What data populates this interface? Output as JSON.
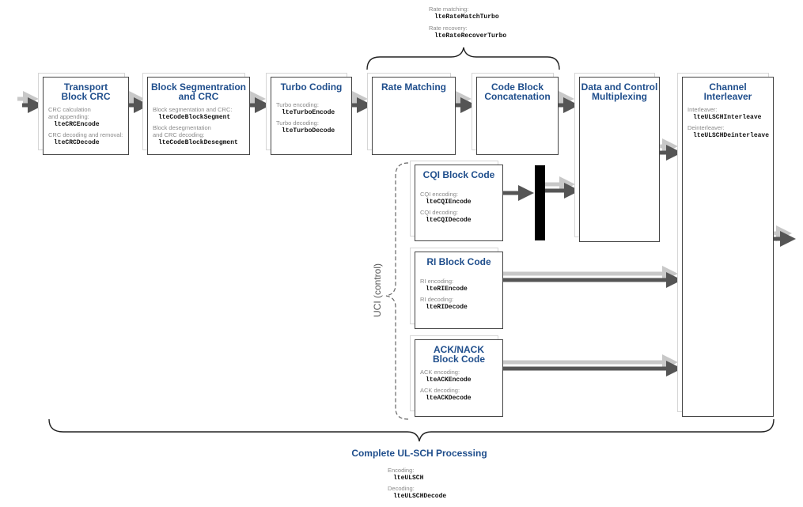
{
  "blocks": {
    "transport_crc": {
      "title": "Transport\nBlock CRC",
      "items": [
        {
          "label": "CRC calculation\nand appending:",
          "fn": "lteCRCEncode"
        },
        {
          "label": "CRC decoding and removal:",
          "fn": "lteCRCDecode"
        }
      ]
    },
    "segmentation": {
      "title": "Block Segmentration\nand CRC",
      "items": [
        {
          "label": "Block segmentation and CRC:",
          "fn": "lteCodeBlockSegment"
        },
        {
          "label": "Block desegmentation\nand CRC decoding:",
          "fn": "lteCodeBlockDesegment"
        }
      ]
    },
    "turbo": {
      "title": "Turbo Coding",
      "items": [
        {
          "label": "Turbo encoding:",
          "fn": "lteTurboEncode"
        },
        {
          "label": "Turbo decoding:",
          "fn": "lteTurboDecode"
        }
      ]
    },
    "rate_matching": {
      "title": "Rate Matching"
    },
    "concatenation": {
      "title": "Code Block\nConcatenation"
    },
    "multiplexing": {
      "title": "Data and Control\nMultiplexing"
    },
    "interleaver": {
      "title": "Channel\nInterleaver",
      "items": [
        {
          "label": "Interleaver:",
          "fn": "lteULSCHInterleave"
        },
        {
          "label": "Deinterleaver:",
          "fn": "lteULSCHDeinterleave"
        }
      ]
    },
    "cqi": {
      "title": "CQI Block Code",
      "items": [
        {
          "label": "CQI encoding:",
          "fn": "lteCQIEncode"
        },
        {
          "label": "CQI decoding:",
          "fn": "lteCQIDecode"
        }
      ]
    },
    "ri": {
      "title": "RI Block Code",
      "items": [
        {
          "label": "RI encoding:",
          "fn": "lteRIEncode"
        },
        {
          "label": "RI decoding:",
          "fn": "lteRIDecode"
        }
      ]
    },
    "ack": {
      "title": "ACK/NACK\nBlock Code",
      "items": [
        {
          "label": "ACK encoding:",
          "fn": "lteACKEncode"
        },
        {
          "label": "ACK decoding:",
          "fn": "lteACKDecode"
        }
      ]
    }
  },
  "rate": {
    "matching_label": "Rate matching:",
    "matching_fn": "lteRateMatchTurbo",
    "recovery_label": "Rate recovery:",
    "recovery_fn": "lteRateRecoverTurbo"
  },
  "uci_label": "UCI (control)",
  "complete": {
    "title": "Complete UL-SCH Processing",
    "encoding_label": "Encoding:",
    "encoding_fn": "lteULSCH",
    "decoding_label": "Decoding:",
    "decoding_fn": "lteULSCHDecode"
  },
  "colors": {
    "title_blue": "#1f4e8c",
    "arrow_dark": "#555555",
    "arrow_light": "#c8c8c8"
  }
}
